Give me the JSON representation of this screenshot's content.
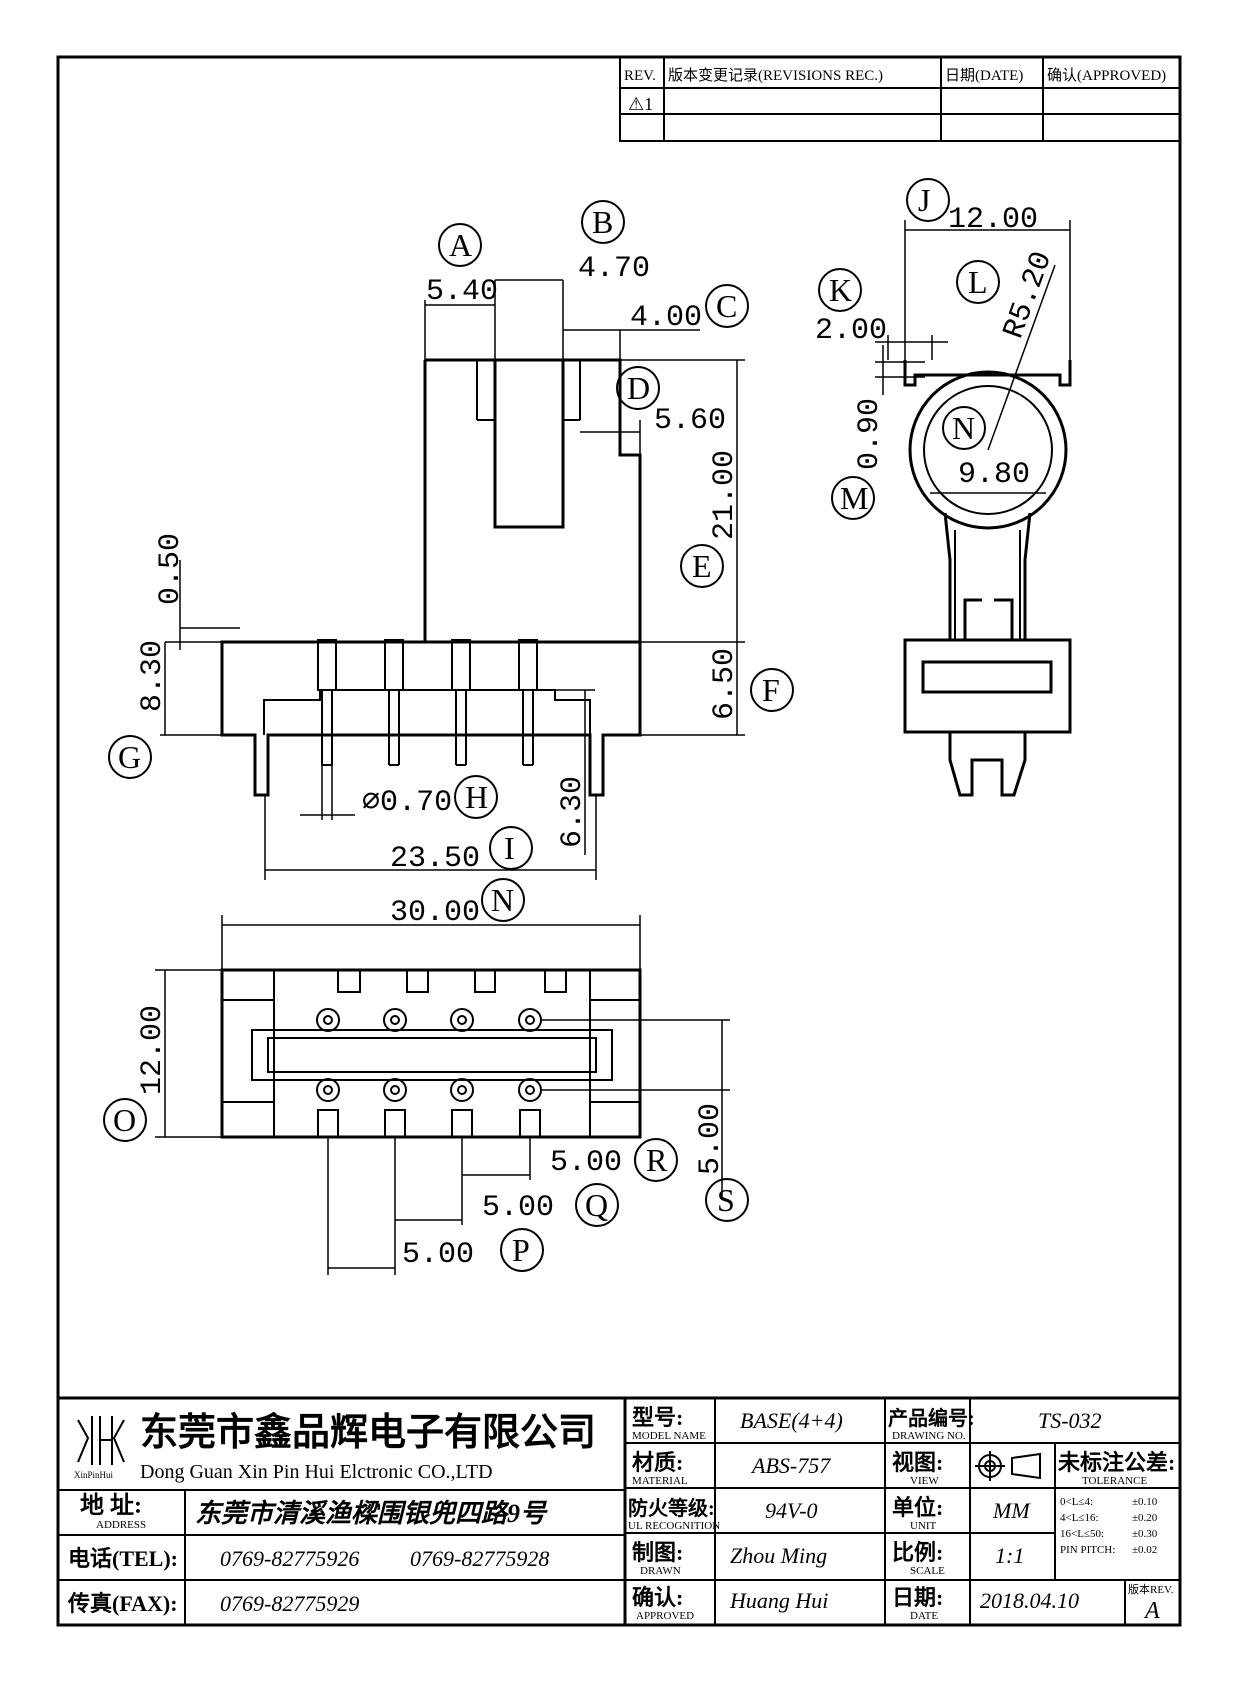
{
  "revision_table": {
    "headers": [
      "REV.",
      "版本变更记录(REVISIONS REC.)",
      "日期(DATE)",
      "确认(APPROVED)"
    ],
    "first_rev_symbol": "⚠1"
  },
  "dimensions": {
    "A": "5.40",
    "B": "4.70",
    "C": "4.00",
    "D": "5.60",
    "E": "21.00",
    "F": "6.50",
    "G": "8.30",
    "G_top": "0.50",
    "H": "⌀0.70",
    "H_depth": "6.30",
    "I": "23.50",
    "J": "12.00",
    "K": "2.00",
    "L": "R5.20",
    "M": "0.90",
    "N_circle": "9.80",
    "N": "30.00",
    "O": "12.00",
    "P": "5.00",
    "Q": "5.00",
    "R": "5.00",
    "S": "5.00"
  },
  "callouts": [
    "A",
    "B",
    "C",
    "D",
    "E",
    "F",
    "G",
    "H",
    "I",
    "J",
    "K",
    "L",
    "M",
    "N",
    "O",
    "P",
    "Q",
    "R",
    "S"
  ],
  "title_block": {
    "company_cn": "东莞市鑫品辉电子有限公司",
    "company_en": "Dong Guan Xin Pin Hui Elctronic CO.,LTD",
    "logo_text": "XinPinHui",
    "address_label": "地 址:",
    "address_label_en": "ADDRESS",
    "address": "东莞市清溪渔樑围银兜四路9号",
    "tel_label": "电话(TEL):",
    "tel1": "0769-82775926",
    "tel2": "0769-82775928",
    "fax_label": "传真(FAX):",
    "fax": "0769-82775929",
    "model_label": "型号:",
    "model_label_en": "MODEL NAME",
    "model": "BASE(4+4)",
    "material_label": "材质:",
    "material_label_en": "MATERIAL",
    "material": "ABS-757",
    "ul_label": "防火等级:",
    "ul_label_en": "UL RECOGNITION",
    "ul": "94V-0",
    "drawn_label": "制图:",
    "drawn_label_en": "DRAWN",
    "drawn": "Zhou Ming",
    "approved_label": "确认:",
    "approved_label_en": "APPROVED",
    "approved": "Huang Hui",
    "drawing_no_label": "产品编号:",
    "drawing_no_label_en": "DRAWING NO.",
    "drawing_no": "TS-032",
    "view_label": "视图:",
    "view_label_en": "VIEW",
    "unit_label": "单位:",
    "unit_label_en": "UNIT",
    "unit": "MM",
    "scale_label": "比例:",
    "scale_label_en": "SCALE",
    "scale": "1:1",
    "date_label": "日期:",
    "date_label_en": "DATE",
    "date": "2018.04.10",
    "tolerance_title": "未标注公差:",
    "tolerance_title_en": "TOLERANCE",
    "tolerances": [
      {
        "range": "0<L≤4:",
        "value": "±0.10"
      },
      {
        "range": "4<L≤16:",
        "value": "±0.20"
      },
      {
        "range": "16<L≤50:",
        "value": "±0.30"
      },
      {
        "range": "PIN PITCH:",
        "value": "±0.02"
      }
    ],
    "rev_label": "版本REV.",
    "rev": "A"
  }
}
